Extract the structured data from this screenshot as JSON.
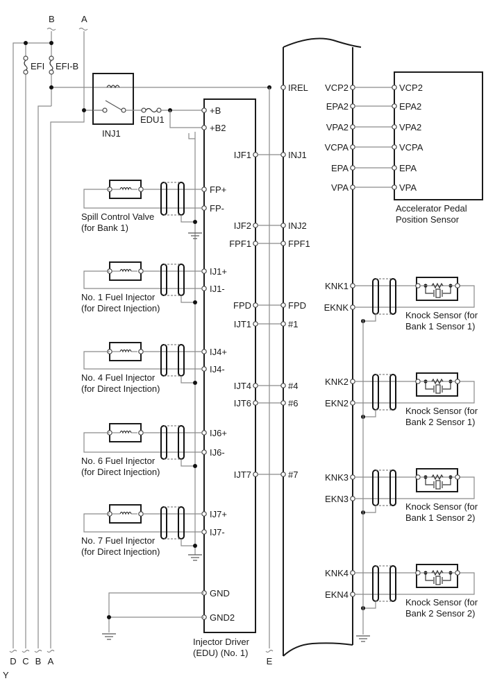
{
  "diagram": {
    "title": "Injector Driver Circuit",
    "connectors_top": [
      "B",
      "A"
    ],
    "connectors_bottom": [
      "D",
      "C",
      "B",
      "A",
      "E"
    ],
    "corner_label": "Y",
    "fuses": [
      "EFI",
      "EFI-B",
      "EDU1"
    ],
    "relay": {
      "label": "INJ1"
    },
    "edu": {
      "caption": [
        "Injector Driver",
        "(EDU) (No. 1)"
      ],
      "left_pins": [
        "+B",
        "+B2",
        "FP+",
        "FP-",
        "IJ1+",
        "IJ1-",
        "IJ4+",
        "IJ4-",
        "IJ6+",
        "IJ6-",
        "IJ7+",
        "IJ7-",
        "GND",
        "GND2"
      ],
      "right_pins": [
        "IJF1",
        "IJF2",
        "FPF1",
        "FPD",
        "IJT1",
        "IJT4",
        "IJT6",
        "IJT7"
      ]
    },
    "ecm": {
      "left_pins": [
        "IREL",
        "INJ1",
        "INJ2",
        "FPF1",
        "FPD",
        "#1",
        "#4",
        "#6",
        "#7"
      ],
      "right_pins": [
        "VCP2",
        "EPA2",
        "VPA2",
        "VCPA",
        "EPA",
        "VPA",
        "KNK1",
        "EKNK",
        "KNK2",
        "EKN2",
        "KNK3",
        "EKN3",
        "KNK4",
        "EKN4"
      ],
      "bottom_connector": "E"
    },
    "actuators": [
      {
        "name": "Spill Control Valve",
        "sub": "(for Bank 1)",
        "pins": [
          "FP+",
          "FP-"
        ]
      },
      {
        "name": "No. 1 Fuel Injector",
        "sub": "(for Direct Injection)",
        "pins": [
          "IJ1+",
          "IJ1-"
        ]
      },
      {
        "name": "No. 4 Fuel Injector",
        "sub": "(for Direct Injection)",
        "pins": [
          "IJ4+",
          "IJ4-"
        ]
      },
      {
        "name": "No. 6 Fuel Injector",
        "sub": "(for Direct Injection)",
        "pins": [
          "IJ6+",
          "IJ6-"
        ]
      },
      {
        "name": "No. 7 Fuel Injector",
        "sub": "(for Direct Injection)",
        "pins": [
          "IJ7+",
          "IJ7-"
        ]
      }
    ],
    "accel_sensor": {
      "caption": [
        "Accelerator Pedal",
        "Position Sensor"
      ],
      "pins": [
        "VCP2",
        "EPA2",
        "VPA2",
        "VCPA",
        "EPA",
        "VPA"
      ]
    },
    "knock_sensors": [
      {
        "caption": [
          "Knock Sensor (for",
          "Bank 1 Sensor 1)"
        ],
        "pins": [
          "KNK1",
          "EKNK"
        ]
      },
      {
        "caption": [
          "Knock Sensor (for",
          "Bank 2 Sensor 1)"
        ],
        "pins": [
          "KNK2",
          "EKN2"
        ]
      },
      {
        "caption": [
          "Knock Sensor (for",
          "Bank 1 Sensor 2)"
        ],
        "pins": [
          "KNK3",
          "EKN3"
        ]
      },
      {
        "caption": [
          "Knock Sensor (for",
          "Bank 2 Sensor 2)"
        ],
        "pins": [
          "KNK4",
          "EKN4"
        ]
      }
    ]
  }
}
